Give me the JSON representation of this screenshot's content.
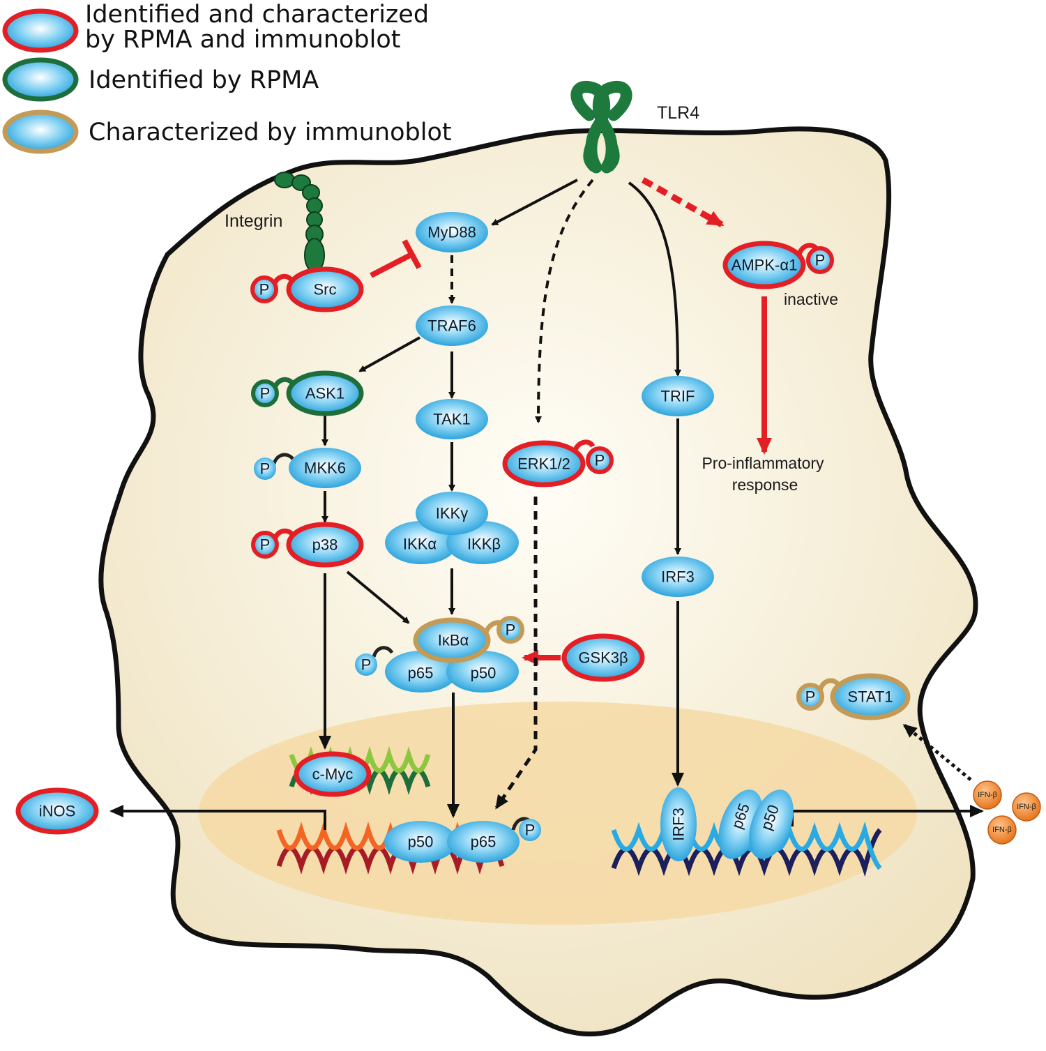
{
  "legend": [
    {
      "line1": "Identified and characterized",
      "line2": "by RPMA  and immunoblot",
      "ring": "#e31e24"
    },
    {
      "line1": "Identified by RPMA",
      "line2": "",
      "ring": "#1e6e3c"
    },
    {
      "line1": "Characterized by immunoblot",
      "line2": "",
      "ring": "#c49a57"
    }
  ],
  "receptors": {
    "tlr4": "TLR4",
    "integrin": "Integrin"
  },
  "nodes": {
    "myd88": "MyD88",
    "traf6": "TRAF6",
    "ask1": "ASK1",
    "tak1": "TAK1",
    "mkk6": "MKK6",
    "p38": "p38",
    "ikkg": "IKKγ",
    "ikka": "IKKα",
    "ikkb": "IKKβ",
    "ikba": "IκBα",
    "p65": "p65",
    "p50": "p50",
    "gsk3b": "GSK3β",
    "src": "Src",
    "erk": "ERK1/2",
    "trif": "TRIF",
    "irf3": "IRF3",
    "ampk": "AMPK-α1",
    "stat1": "STAT1",
    "cmyc": "c-Myc",
    "inos": "iNOS",
    "nuc_p50": "p50",
    "nuc_p65": "p65",
    "nuc_irf3": "IRF3",
    "nuc2_p65": "p65",
    "nuc2_p50": "p50",
    "ifn": "IFN-β"
  },
  "phospho": "P",
  "annotations": {
    "inactive": "inactive",
    "pro1": "Pro-inflammatory",
    "pro2": "response"
  },
  "colors": {
    "cell_fill": "#f5edd6",
    "nucleus_fill": "#f5d9a6",
    "red": "#e31e24",
    "green": "#1e6e3c",
    "gold": "#c49a57",
    "node_blue": "#29aae2",
    "arrow": "#111111"
  }
}
